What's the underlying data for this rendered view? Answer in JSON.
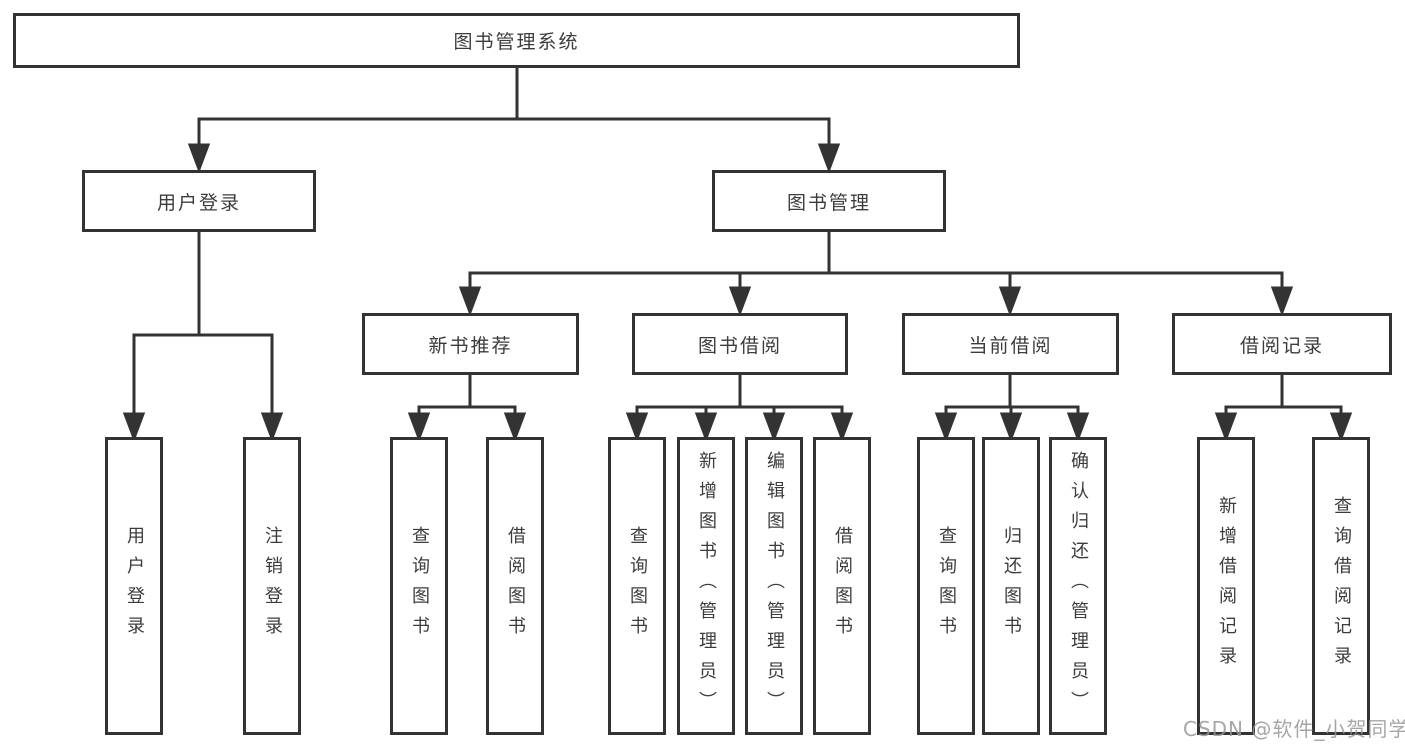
{
  "diagram": {
    "root": {
      "label": "图书管理系统"
    },
    "branches": [
      {
        "label": "用户登录",
        "children": [
          {
            "label": "用户登录"
          },
          {
            "label": "注销登录"
          }
        ]
      },
      {
        "label": "图书管理",
        "children": [
          {
            "label": "新书推荐",
            "children": [
              {
                "label": "查询图书"
              },
              {
                "label": "借阅图书"
              }
            ]
          },
          {
            "label": "图书借阅",
            "children": [
              {
                "label": "查询图书"
              },
              {
                "label": "新增图书（管理员）"
              },
              {
                "label": "编辑图书（管理员）"
              },
              {
                "label": "借阅图书"
              }
            ]
          },
          {
            "label": "当前借阅",
            "children": [
              {
                "label": "查询图书"
              },
              {
                "label": "归还图书"
              },
              {
                "label": "确认归还（管理员）"
              }
            ]
          },
          {
            "label": "借阅记录",
            "children": [
              {
                "label": "新增借阅记录"
              },
              {
                "label": "查询借阅记录"
              }
            ]
          }
        ]
      }
    ]
  },
  "watermark": {
    "text": "CSDN @软件_小贺同学"
  },
  "colors": {
    "line": "#333333",
    "box_border": "#333333",
    "text": "#3c3c3c",
    "watermark": "#969696",
    "background": "#ffffff"
  }
}
